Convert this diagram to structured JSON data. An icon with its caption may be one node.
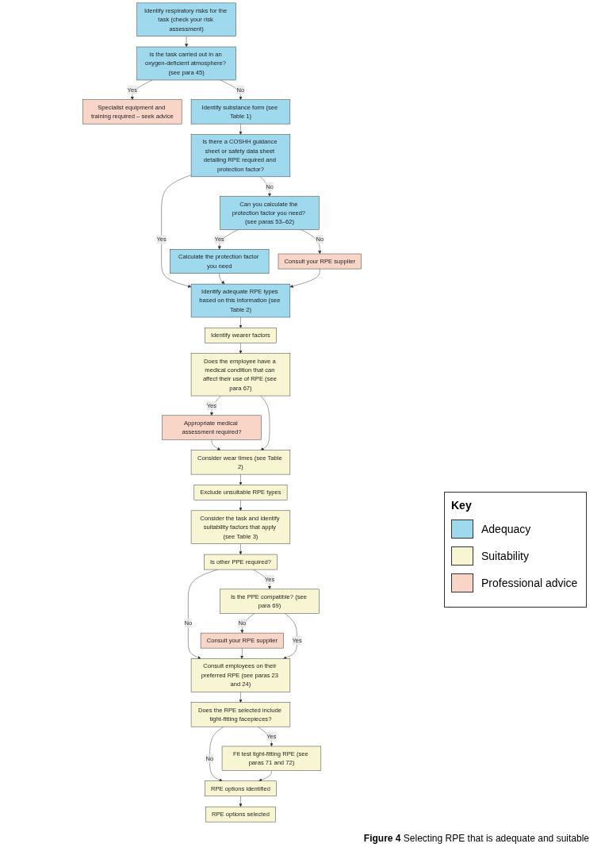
{
  "diagram": {
    "caption": "**Figure 4** Selecting RPE that is adequate and suitable",
    "nodes": [
      {
        "text": [
          "Identify respiratory risks for the task (check your risk assessment)"
        ]
      },
      {
        "text": [
          "Is the task carried out in an oxygen-deficient atmosphere? (see para 45)"
        ]
      },
      {
        "text": [
          "Specialist equipment and training required – seek advice"
        ]
      },
      {
        "text": [
          "Identify substance form (see Table 1)"
        ]
      },
      {
        "text": [
          "Is there a COSHH guidance sheet or safety data sheet detailing RPE required and protection factor?"
        ]
      },
      {
        "text": [
          "Can you calculate the protection factor you need? (see paras 53–62)"
        ]
      },
      {
        "text": [
          "Consult your RPE supplier"
        ]
      },
      {
        "text": [
          "Calculate the protection factor you need"
        ]
      },
      {
        "text": [
          "Identify adequate RPE types based on this information (see Table 2)"
        ]
      },
      {
        "text": [
          "Identify wearer factors"
        ]
      },
      {
        "text": [
          "Does the employee have a medical condition that can affect their use of RPE (see para 67)"
        ]
      },
      {
        "text": [
          "Appropriate medical assessment required?"
        ]
      },
      {
        "text": [
          "Consider wear times (see Table 2)"
        ]
      },
      {
        "text": [
          "Exclude unsuitable RPE types"
        ]
      },
      {
        "text": [
          "Consider the task and identify suitability factors that apply (see Table 3)"
        ]
      },
      {
        "text": [
          "Is other PPE required?"
        ]
      },
      {
        "text": [
          "Is the PPE compatible? (see para 69)"
        ]
      },
      {
        "text": [
          "Consult your RPE supplier"
        ]
      },
      {
        "text": [
          "Consult employees on their preferred RPE (see paras 23 and 24)"
        ]
      },
      {
        "text": [
          "Does the RPE selected include tight-fitting facepieces?"
        ]
      },
      {
        "text": [
          "Fit test tight-fitting RPE (see paras 71 and 72)"
        ]
      },
      {
        "text": [
          "RPE options identified"
        ]
      },
      {
        "text": [
          "RPE options selected"
        ]
      }
    ],
    "edges": [
      {
        "from": 0,
        "to": 1,
        "arrow": "to"
      },
      {
        "from": 1,
        "to": 2,
        "arrow": "to",
        "label": "Yes"
      },
      {
        "from": 1,
        "to": 3,
        "arrow": "to",
        "label": "No"
      },
      {
        "from": 3,
        "to": 4,
        "arrow": "to"
      },
      {
        "from": 4,
        "to": 5,
        "arrow": "to",
        "label": "No"
      },
      {
        "from": 4,
        "to": 8,
        "arrow": "to",
        "label": "Yes"
      },
      {
        "from": 5,
        "to": 6,
        "arrow": "to",
        "label": "No"
      },
      {
        "from": 5,
        "to": 7,
        "arrow": "to",
        "label": "Yes"
      },
      {
        "from": 7,
        "to": 8,
        "arrow": "to"
      },
      {
        "from": 6,
        "to": 8,
        "arrow": "to"
      },
      {
        "from": 8,
        "to": 9,
        "arrow": "to"
      },
      {
        "from": 9,
        "to": 10,
        "arrow": "to"
      },
      {
        "from": 10,
        "to": 11,
        "arrow": "to",
        "label": "Yes"
      },
      {
        "from": 11,
        "to": 12,
        "arrow": "to"
      },
      {
        "from": 10,
        "to": 12,
        "arrow": "to"
      },
      {
        "from": 12,
        "to": 13,
        "arrow": "to"
      },
      {
        "from": 13,
        "to": 14,
        "arrow": "to"
      },
      {
        "from": 14,
        "to": 15,
        "arrow": "to"
      },
      {
        "from": 15,
        "to": 16,
        "arrow": "to",
        "label": "Yes"
      },
      {
        "from": 15,
        "to": 18,
        "arrow": "to",
        "label": "No"
      },
      {
        "from": 16,
        "to": 17,
        "arrow": "to",
        "label": "No"
      },
      {
        "from": 17,
        "to": 18,
        "arrow": "to"
      },
      {
        "from": 16,
        "to": 18,
        "arrow": "to",
        "label": "Yes"
      },
      {
        "from": 18,
        "to": 19,
        "arrow": "to"
      },
      {
        "from": 19,
        "to": 20,
        "arrow": "to",
        "label": "Yes"
      },
      {
        "from": 19,
        "to": 21,
        "arrow": "to",
        "label": "No"
      },
      {
        "from": 20,
        "to": 21,
        "arrow": "to"
      },
      {
        "from": 21,
        "to": 22,
        "arrow": "to"
      }
    ],
    "labels": [
      "Key"
    ],
    "legend": [
      {
        "text": "Adequacy",
        "color": "#9ed9ee"
      },
      {
        "text": "Suitability",
        "color": "#f8f6d2"
      },
      {
        "text": "Professional advice",
        "color": "#f9d5c8"
      }
    ]
  }
}
